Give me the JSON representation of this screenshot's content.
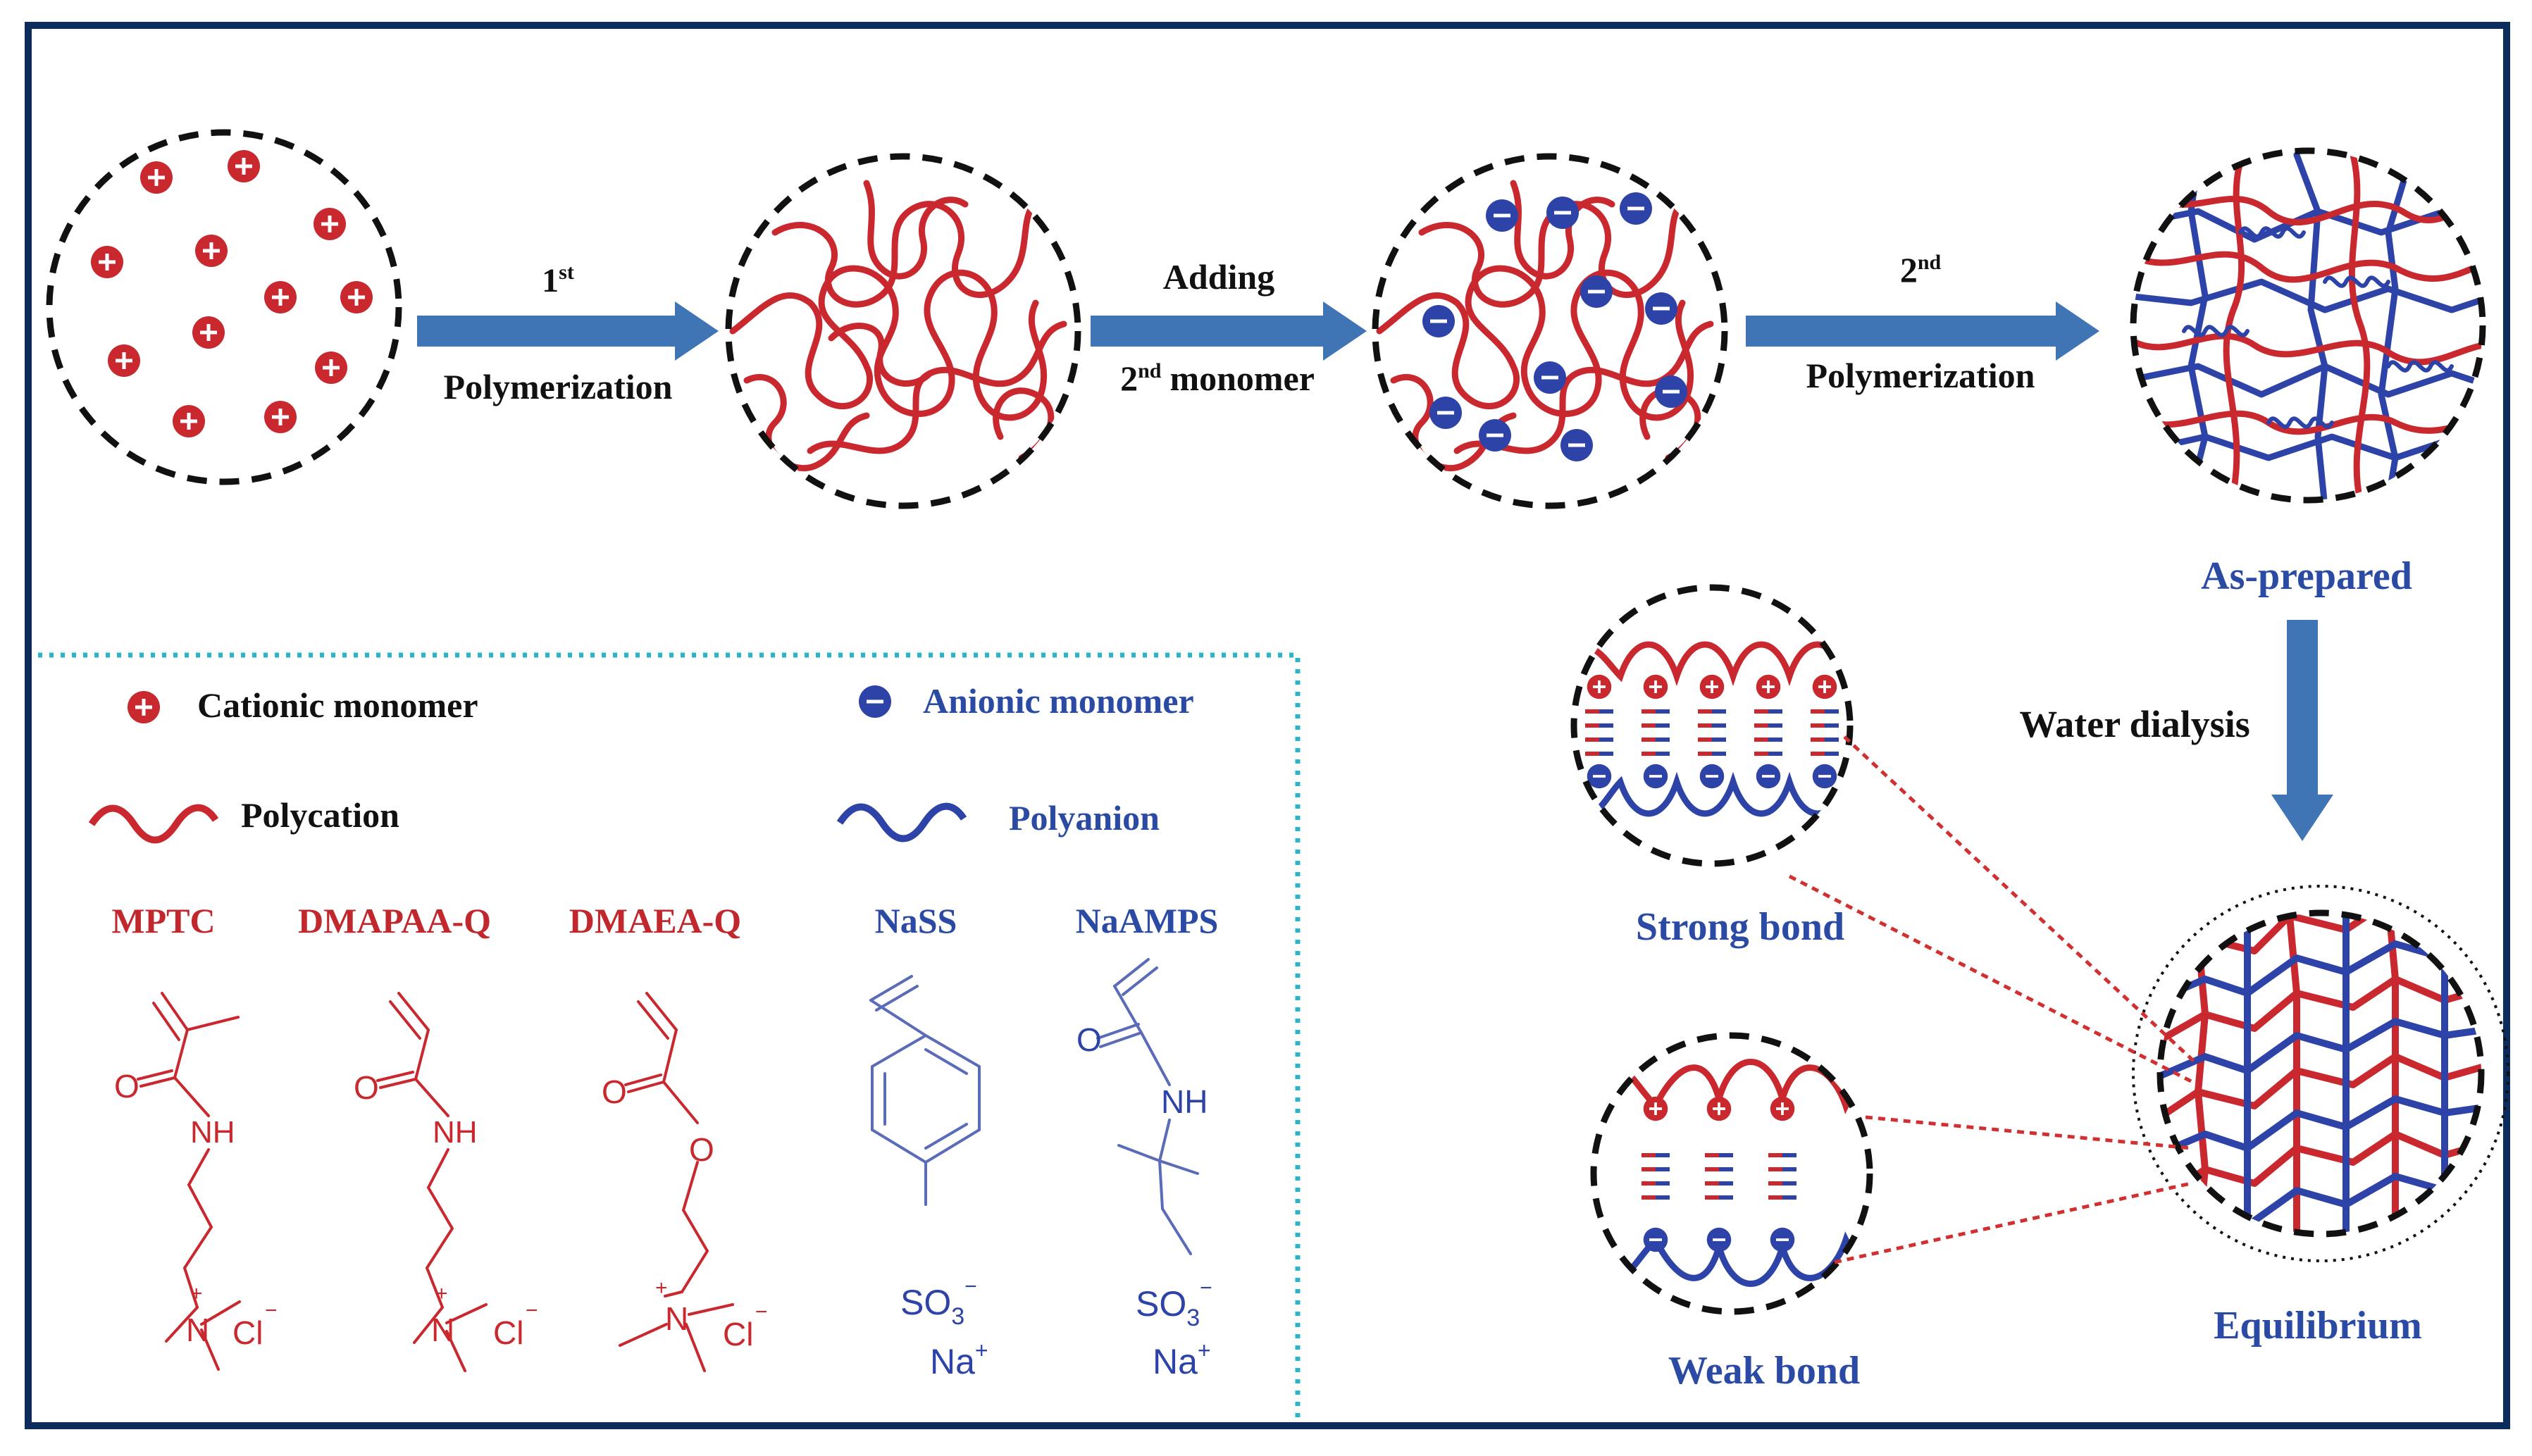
{
  "colors": {
    "border": "#0d2c5e",
    "red": "#c8282e",
    "blue": "#2d43a8",
    "arrow": "#3f74b5",
    "dotted_box": "#2eb4c4",
    "black": "#111111",
    "red_text": "#c0282e",
    "blue_text": "#2a4aa4"
  },
  "steps": {
    "step1_sup": "st",
    "step1_num": "1",
    "step1_label": "Polymerization",
    "step2_line1": "Adding",
    "step2_num": "2",
    "step2_sup": "nd",
    "step2_word": "monomer",
    "step3_num": "2",
    "step3_sup": "nd",
    "step3_label": "Polymerization"
  },
  "labels": {
    "as_prepared": "As-prepared",
    "water_dialysis": "Water dialysis",
    "strong_bond": "Strong bond",
    "weak_bond": "Weak bond",
    "equilibrium": "Equilibrium"
  },
  "legend": {
    "cationic": "Cationic monomer",
    "anionic": "Anionic monomer",
    "polycation": "Polycation",
    "polyanion": "Polyanion"
  },
  "monomers": {
    "mptc": "MPTC",
    "dmapaa": "DMAPAA-Q",
    "dmaea": "DMAEA-Q",
    "nass": "NaSS",
    "naamps": "NaAMPS"
  },
  "chem": {
    "O": "O",
    "NH": "NH",
    "N": "N",
    "plus": "+",
    "Cl": "Cl",
    "minus": "−",
    "SO": "SO",
    "sub3": "3",
    "Na": "Na"
  },
  "icons": [
    "plus-circle-icon",
    "minus-circle-icon",
    "wave-icon",
    "arrow-right-icon",
    "arrow-down-icon"
  ]
}
